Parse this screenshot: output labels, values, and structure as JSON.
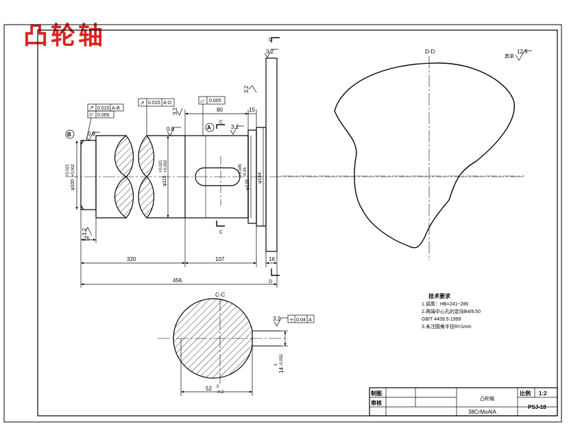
{
  "title": "凸轮轴",
  "main_view": {
    "dims": {
      "d100": "φ100",
      "d100_upper": "+0.021",
      "d100_lower": "+0.002",
      "d115": "φ115",
      "d115_upper": "+0.021",
      "d115_lower": "+0.002",
      "d125": "φ125",
      "d125_upper": "+0.045",
      "d125_lower": "-0.05",
      "d144": "φ144",
      "len25": "25",
      "len320": "320",
      "len107": "107",
      "len16": "16",
      "len456": "456",
      "len80": "80",
      "len15": "15"
    },
    "roughness": {
      "r1": "0.8",
      "r2": "0.8",
      "r3": "3.2",
      "r4": "3.2",
      "r5": "3.2",
      "r6": "3.2",
      "r7": "3.2"
    },
    "gdt": {
      "g1_tol": "0.015",
      "g1_ref": "A-B",
      "g2_tol": "0.005",
      "g3_tol": "0.015",
      "g3_ref": "A-D",
      "g4_tol": "0.005"
    },
    "datums": {
      "b": "B",
      "a": "A"
    },
    "section_marks": {
      "c_top": "C",
      "c_bottom": "C",
      "d_top": "D",
      "d_bottom": "D"
    }
  },
  "dd_view": {
    "label": "D-D",
    "roughness_prefix": "其余",
    "roughness_value": "12.5"
  },
  "cc_view": {
    "label": "C-C",
    "dim_width": "52",
    "dim_width_upper": "0",
    "dim_width_lower": "-0.2",
    "dim_key": "14",
    "dim_key_upper": "0",
    "dim_key_lower": "-0.052",
    "roughness": "3.2",
    "sym_tol": "0.04",
    "sym_ref": "A"
  },
  "tech_requirements": {
    "heading": "技术要求",
    "items": [
      "1.调质：HB=241~286",
      "2.两端中心孔的定向B4/8.50",
      "GB/T 4459.5-1999",
      "3.未注圆角半径R=1mm"
    ]
  },
  "title_block": {
    "drawn_label": "制图",
    "checked_label": "审核",
    "part_name": "凸轮轴",
    "scale_label": "比例",
    "scale_value": "1:2",
    "material": "38CrMoAlA",
    "drawing_no": "PSJ-18"
  }
}
